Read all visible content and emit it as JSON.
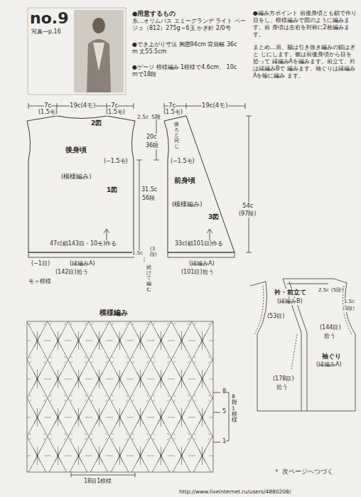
{
  "diagram": {
    "nodes": [
      {
        "text": [
          "no.9",
          "写真―p.16"
        ]
      },
      {
        "text": [
          "後身頃",
          "(模様編み)"
        ]
      },
      {
        "text": [
          "前身頃",
          "(模様編み)"
        ]
      }
    ],
    "labels": [
      "●用意するもの",
      "糸…オリムパス エミーグランデ ライト ベージュ（812）275g＝6玉 かぎ針 2/0号",
      "●でき上がり寸法 胸囲94cm 背肩幅 36cm 丈55.5cm",
      "●ゲージ 模様編み 1模様で4.6cm、 10cmで18段",
      "●編み方ポイント 前後身頃とも鎖で作り 目をし、模様編みで図のように編みます。前 身頃は左右を対称に2枚編みます。",
      "まとめ…肩、脇は引き抜き編みの鎖はぎと じにします。裾は前後身頃から目を拾って 縁編みAを編みます。前立て、衿は縁編みBで 編みます。袖ぐりは縁編みAを輪に編み ます。",
      "7c",
      "(1.5モ)",
      "19c(4モ)",
      "7c",
      "(1.5モ)",
      "2図",
      "1図",
      "(−1.5モ)",
      "31.5c",
      "56段",
      "47c(鎖143目・10モ)作る",
      "1.5c",
      "(3段)",
      "(−1目)",
      "(縁編みA)",
      "(142目)拾う",
      "モ＝模様",
      "続けて編む",
      "7c",
      "(1.5モ)",
      "2.5c",
      "5段",
      "19c(4モ)",
      "20c",
      "36段",
      "後ろと同じ",
      "(−1.5モ)",
      "3図",
      "54c",
      "(97段)",
      "33c(鎖101目)作る",
      "(縁編みA)",
      "(101目)拾う",
      "衿・前立て",
      "(縁編みB)",
      "2.5c",
      "(5段)",
      "1.5c",
      "(3段)",
      "(53目)",
      "(144目)",
      "拾う",
      "(178目)",
      "拾う",
      "袖ぐり",
      "(縁編みA)",
      "模様編み",
      "8",
      "5",
      "1",
      "8段1模様",
      "18目1模様",
      "＊ 次ページへつづく",
      "http://www.liveinternet.ru/users/4880208/"
    ]
  }
}
